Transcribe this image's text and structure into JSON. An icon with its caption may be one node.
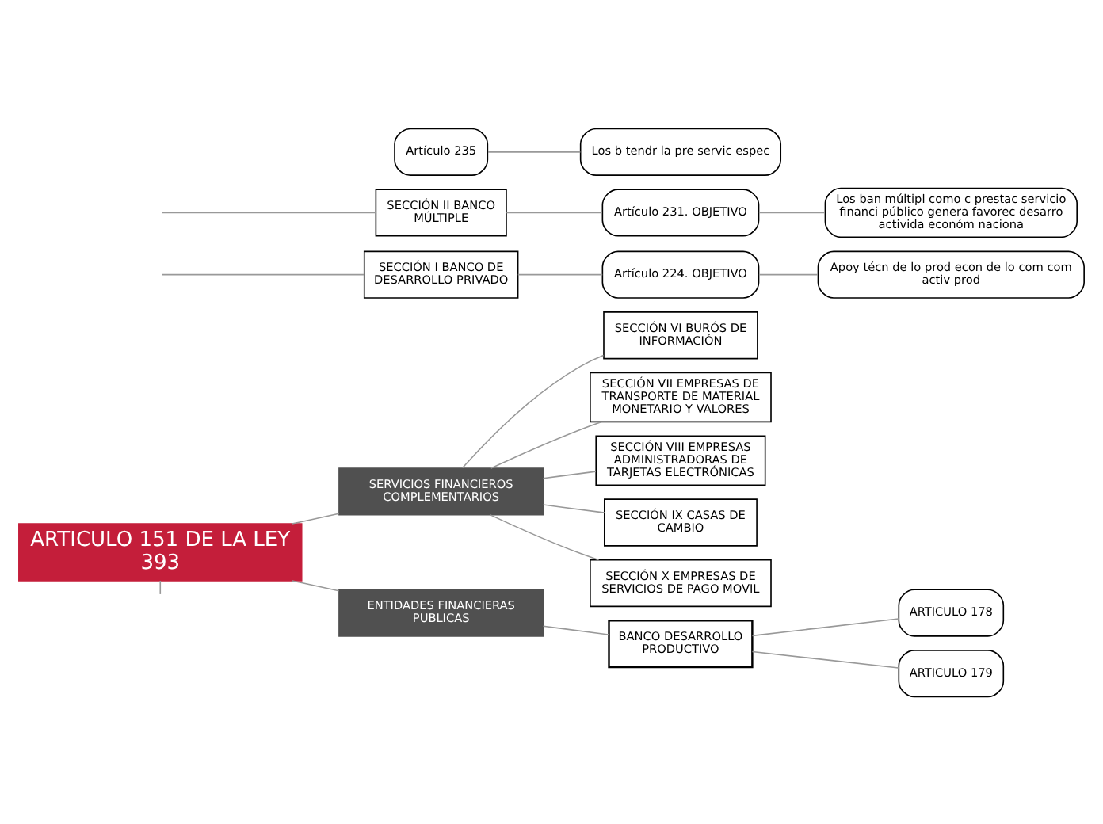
{
  "diagram": {
    "nodes": [
      {
        "text": [
          "ARTICULO 151 DE LA LEY 393"
        ]
      },
      {
        "text": [
          "SERVICIOS FINANCIEROS COMPLEMENTARIOS"
        ]
      },
      {
        "text": [
          "SECCIÓN VI BURÓS DE INFORMACIÓN"
        ]
      },
      {
        "text": [
          "SECCIÓN VII EMPRESAS DE TRANSPORTE DE MATERIAL MONETARIO Y VALORES"
        ]
      },
      {
        "text": [
          "SECCIÓN VIII EMPRESAS ADMINISTRADORAS DE TARJETAS ELECTRÓNICAS"
        ]
      },
      {
        "text": [
          "SECCIÓN IX CASAS DE CAMBIO"
        ]
      },
      {
        "text": [
          "SECCIÓN X EMPRESAS DE SERVICIOS DE PAGO MOVIL"
        ]
      },
      {
        "text": [
          "ENTIDADES FINANCIERAS PUBLICAS"
        ]
      },
      {
        "text": [
          "BANCO DESARROLLO PRODUCTIVO"
        ]
      },
      {
        "text": [
          "ARTICULO 178"
        ]
      },
      {
        "text": [
          "ARTICULO 179"
        ]
      },
      {
        "text": [
          "SECCIÓN I BANCO DE DESARROLLO PRIVADO"
        ]
      },
      {
        "text": [
          "Artículo 224. OBJETIVO"
        ]
      },
      {
        "text": [
          "Apoy técn de lo prod econ de lo com com activ prod"
        ]
      },
      {
        "text": [
          "SECCIÓN II BANCO MÚLTIPLE"
        ]
      },
      {
        "text": [
          "Artículo 231. OBJETIVO"
        ]
      },
      {
        "text": [
          "Los ban múltipl como c prestac servicio financi público genera favorec desarro activida económ naciona"
        ]
      },
      {
        "text": [
          "Artículo 235"
        ]
      },
      {
        "text": [
          "Los b tendr la pre servic espec"
        ]
      }
    ],
    "edges": [
      {
        "from": 0,
        "to": 1,
        "arrow": "none"
      },
      {
        "from": 1,
        "to": 2,
        "arrow": "none"
      },
      {
        "from": 1,
        "to": 3,
        "arrow": "none"
      },
      {
        "from": 1,
        "to": 4,
        "arrow": "none"
      },
      {
        "from": 1,
        "to": 5,
        "arrow": "none"
      },
      {
        "from": 1,
        "to": 6,
        "arrow": "none"
      },
      {
        "from": 0,
        "to": 7,
        "arrow": "none"
      },
      {
        "from": 7,
        "to": 8,
        "arrow": "none"
      },
      {
        "from": 8,
        "to": 9,
        "arrow": "none"
      },
      {
        "from": 8,
        "to": 10,
        "arrow": "none"
      },
      {
        "from": 0,
        "to": null,
        "arrow": "none"
      },
      {
        "from": null,
        "to": 11,
        "arrow": "none"
      },
      {
        "from": null,
        "to": 14,
        "arrow": "none"
      },
      {
        "from": 11,
        "to": 12,
        "arrow": "none"
      },
      {
        "from": 12,
        "to": 13,
        "arrow": "none"
      },
      {
        "from": 14,
        "to": 15,
        "arrow": "none"
      },
      {
        "from": 15,
        "to": 16,
        "arrow": "none"
      },
      {
        "from": 17,
        "to": 18,
        "arrow": "none"
      }
    ]
  }
}
